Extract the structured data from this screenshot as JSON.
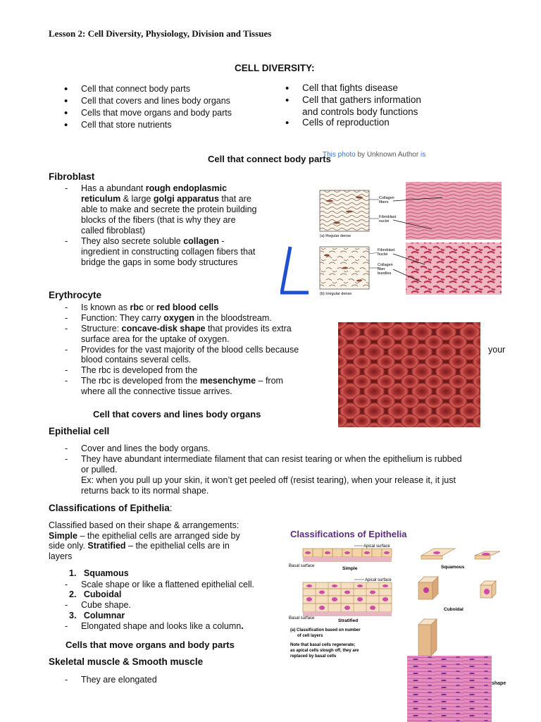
{
  "lesson_title": "Lesson 2: Cell Diversity, Physiology, Division and Tissues",
  "section_title": "CELL DIVERSITY:",
  "left_bullets": [
    "Cell that connect body parts",
    "Cell that covers and lines body organs",
    "Cells that move organs and body parts",
    "Cell that store nutrients"
  ],
  "right_bullets": [
    "Cell that fights disease",
    "Cell that gathers information",
    "and controls body functions",
    "Cells of reproduction"
  ],
  "connect_heading": "Cell that connect body parts",
  "overlay_caption": {
    "prefix": "This photo",
    "middle": " by Unknown Author ",
    "suffix": "is"
  },
  "fibroblast": {
    "heading": "Fibroblast",
    "lines": [
      [
        "Has a abundant ",
        "rough endoplasmic"
      ],
      [
        "reticulum",
        " & large ",
        "golgi apparatus",
        " that are"
      ],
      [
        "able to make and secrete the protein building"
      ],
      [
        "blocks of the fibers (that is why they are"
      ],
      [
        "called fibroblast)"
      ],
      [
        "They also secrete soluble ",
        "collagen",
        " -"
      ],
      [
        "ingredient in constructing collagen fibers that"
      ],
      [
        "bridge the gaps in some body structures"
      ]
    ],
    "figure_labels": {
      "collagen_fibers_1": "Collagen",
      "collagen_fibers_2": "fibers",
      "fibroblast_nuclei_1": "Fibroblast",
      "fibroblast_nuclei_2": "nuclei",
      "regular": "(a) Regular dense",
      "fibroblast_nuclei_b1": "Fibroblast",
      "fibroblast_nuclei_b2": "nuclei",
      "collagen_bundles_1": "Collagen",
      "collagen_bundles_2": "fiber",
      "collagen_bundles_3": "bundles",
      "irregular": "(b) Irregular dense"
    }
  },
  "erythrocyte": {
    "heading": "Erythrocyte",
    "l1": [
      "Is known as ",
      "rbc",
      " or ",
      "red blood cells"
    ],
    "l2": [
      "Function: They carry ",
      "oxygen",
      " in the bloodstream."
    ],
    "l3": [
      "Structure: ",
      "concave-disk shape",
      " that provides its extra"
    ],
    "l3b": "surface area for the uptake of oxygen.",
    "l4": "Provides for the vast majority of the blood cells because",
    "l4_tail": "your",
    "l4b": "blood contains several cells.",
    "l5": "The rbc is developed from the",
    "l6": [
      "The rbc is developed from the ",
      "mesenchyme",
      " – from"
    ],
    "l6b": "where all the connective tissue arrives."
  },
  "covers_heading": "Cell that covers and lines body organs",
  "epithelial": {
    "heading": "Epithelial cell",
    "l1": "Cover and lines the body organs.",
    "l2": "They have abundant intermediate filament that can resist tearing or when the epithelium is rubbed",
    "l2b": "or pulled.",
    "l3": "Ex: when you pull up your skin, it won’t get peeled off (resist tearing), when your release it, it just",
    "l3b": "returns back to its normal shape."
  },
  "classifications": {
    "heading": "Classifications of Epithelia",
    "heading_colon": ":",
    "p1": "Classified based on their shape & arrangements:",
    "p2": [
      "Simple",
      " – the epithelial cells are arranged side by"
    ],
    "p3": [
      "side only. ",
      "Stratified",
      " – the epithelial cells are in"
    ],
    "p4": "layers",
    "items": [
      {
        "num": "1.",
        "name": "Squamous",
        "desc": "Scale shape or like a flattened epithelial cell."
      },
      {
        "num": "2.",
        "name": "Cuboidal",
        "desc": "Cube shape."
      },
      {
        "num": "3.",
        "name": "Columnar",
        "desc": "Elongated shape and looks like a column",
        "desc_end": "."
      }
    ],
    "figure": {
      "title": "Classifications of Epithelia",
      "apical1": "Apical surface",
      "basal1": "Basal surface",
      "simple": "Simple",
      "apical2": "Apical surface",
      "basal2": "Basal surface",
      "stratified": "Stratified",
      "caption1": "(a) Classification based on number",
      "caption2": "of cell layers",
      "note1": "Note that basal cells regenerate;",
      "note2": "as apical cells slough off, they are",
      "note3": "replaced by basal cells",
      "squamous": "Squamous",
      "cuboidal": "Cuboidal",
      "shape_tail": "shape"
    }
  },
  "move_heading": "Cells that move organs and body parts",
  "muscle_heading": "Skeletal muscle & Smooth muscle",
  "muscle_line": "They are elongated",
  "colors": {
    "figure_title": "#5b2d7a",
    "arrow_blue": "#1d4fd0",
    "rbc": "#b53535",
    "tissue_pink": "#e9a0b0"
  }
}
